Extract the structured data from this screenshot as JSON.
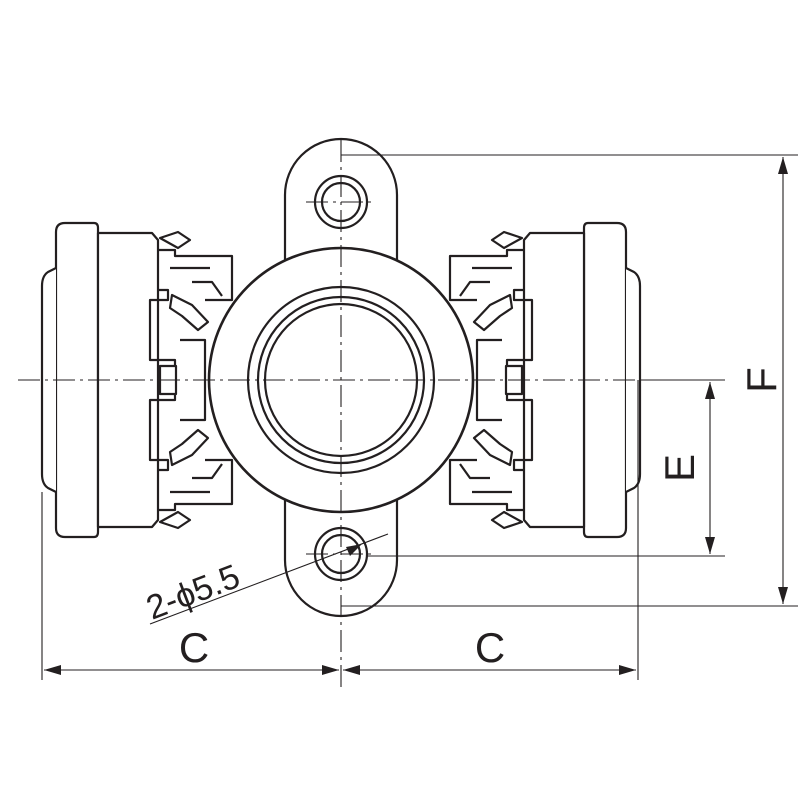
{
  "labels": {
    "c_left": "C",
    "c_right": "C",
    "e": "E",
    "f": "F",
    "hole_callout": "2-ϕ5.5"
  }
}
